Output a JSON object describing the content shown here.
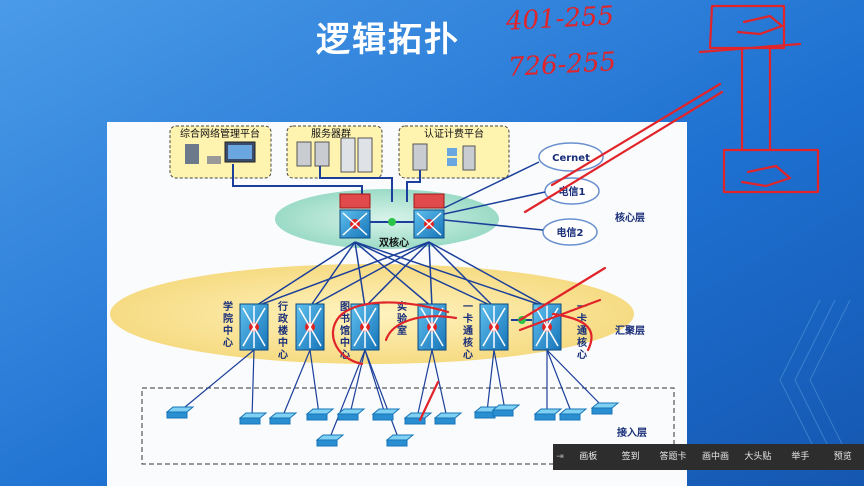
{
  "slide": {
    "title": "逻辑拓扑"
  },
  "diagram": {
    "boxes": {
      "network_mgmt": "综合网络管理平台",
      "servers": "服务器群",
      "auth_billing": "认证计费平台"
    },
    "clouds": {
      "cernet": "Cernet",
      "telecom1": "电信1",
      "telecom2": "电信2"
    },
    "core_label": "双核心",
    "layers": {
      "core": "核心层",
      "aggregation": "汇聚层",
      "access": "接入层"
    },
    "aggregation_nodes": [
      "学院中心",
      "行政楼中心",
      "图书馆中心",
      "实验室",
      "一卡通核心",
      "一卡通核心"
    ]
  },
  "annotations": {
    "line1": "401-255",
    "line2": "726-255"
  },
  "toolbar": {
    "items": [
      "画板",
      "签到",
      "答题卡",
      "画中画",
      "大头贴",
      "举手",
      "预览"
    ]
  },
  "colors": {
    "slide_blue": "#1e6cc8",
    "ink_red": "#e0242a",
    "link_blue": "#1b3f9a",
    "core_oval": "#9fdcc8",
    "agg_band": "#f6dc82",
    "box_fill": "#fff3b0"
  }
}
